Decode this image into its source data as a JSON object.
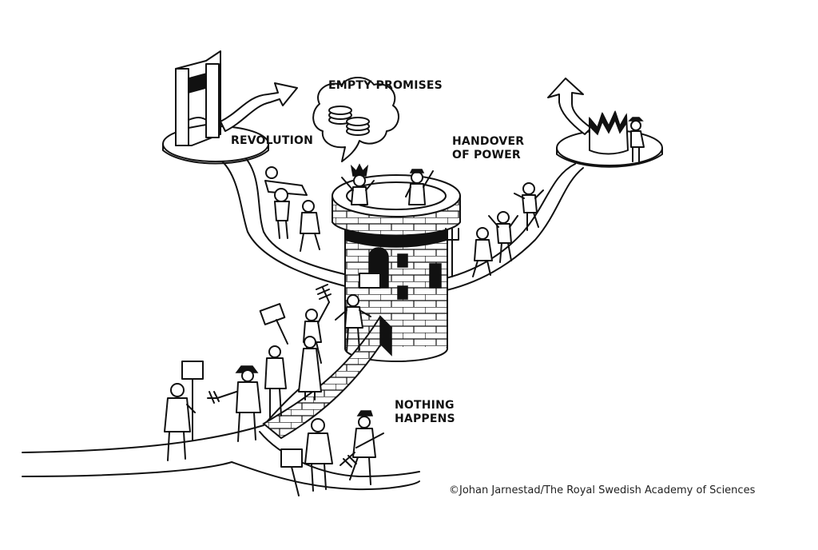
{
  "labels": {
    "empty_promises": "EMPTY PROMISES",
    "revolution": "REVOLUTION",
    "handover": "HANDOVER\nOF POWER",
    "nothing_happens": "NOTHING\nHAPPENS"
  },
  "credit": "©Johan Jarnestad/The Royal Swedish Academy of Sciences",
  "colors": {
    "ink": "#111111",
    "background": "#ffffff"
  }
}
